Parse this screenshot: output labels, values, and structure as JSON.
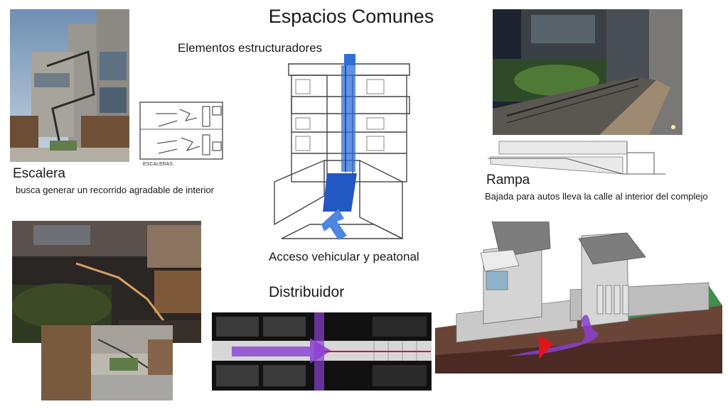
{
  "slide": {
    "title": "Espacios Comunes",
    "structural_heading": "Elementos estructuradores",
    "stair": {
      "title": "Escalera",
      "description": "busca generar un recorrido agradable de interior",
      "sketch_caption": "ESCALERAS"
    },
    "ramp": {
      "title": "Rampa",
      "description": "Bajada para autos lleva la calle al interior del complejo"
    },
    "access_label": "Acceso vehicular y peatonal",
    "distributor_label": "Distribuidor"
  },
  "colors": {
    "accent_blue": "#2f6fd6",
    "path_purple": "#8a3fd1",
    "arrow_red": "#e3121b",
    "ground_green": "#3f8f4a",
    "ground_brown": "#4a2a22"
  }
}
